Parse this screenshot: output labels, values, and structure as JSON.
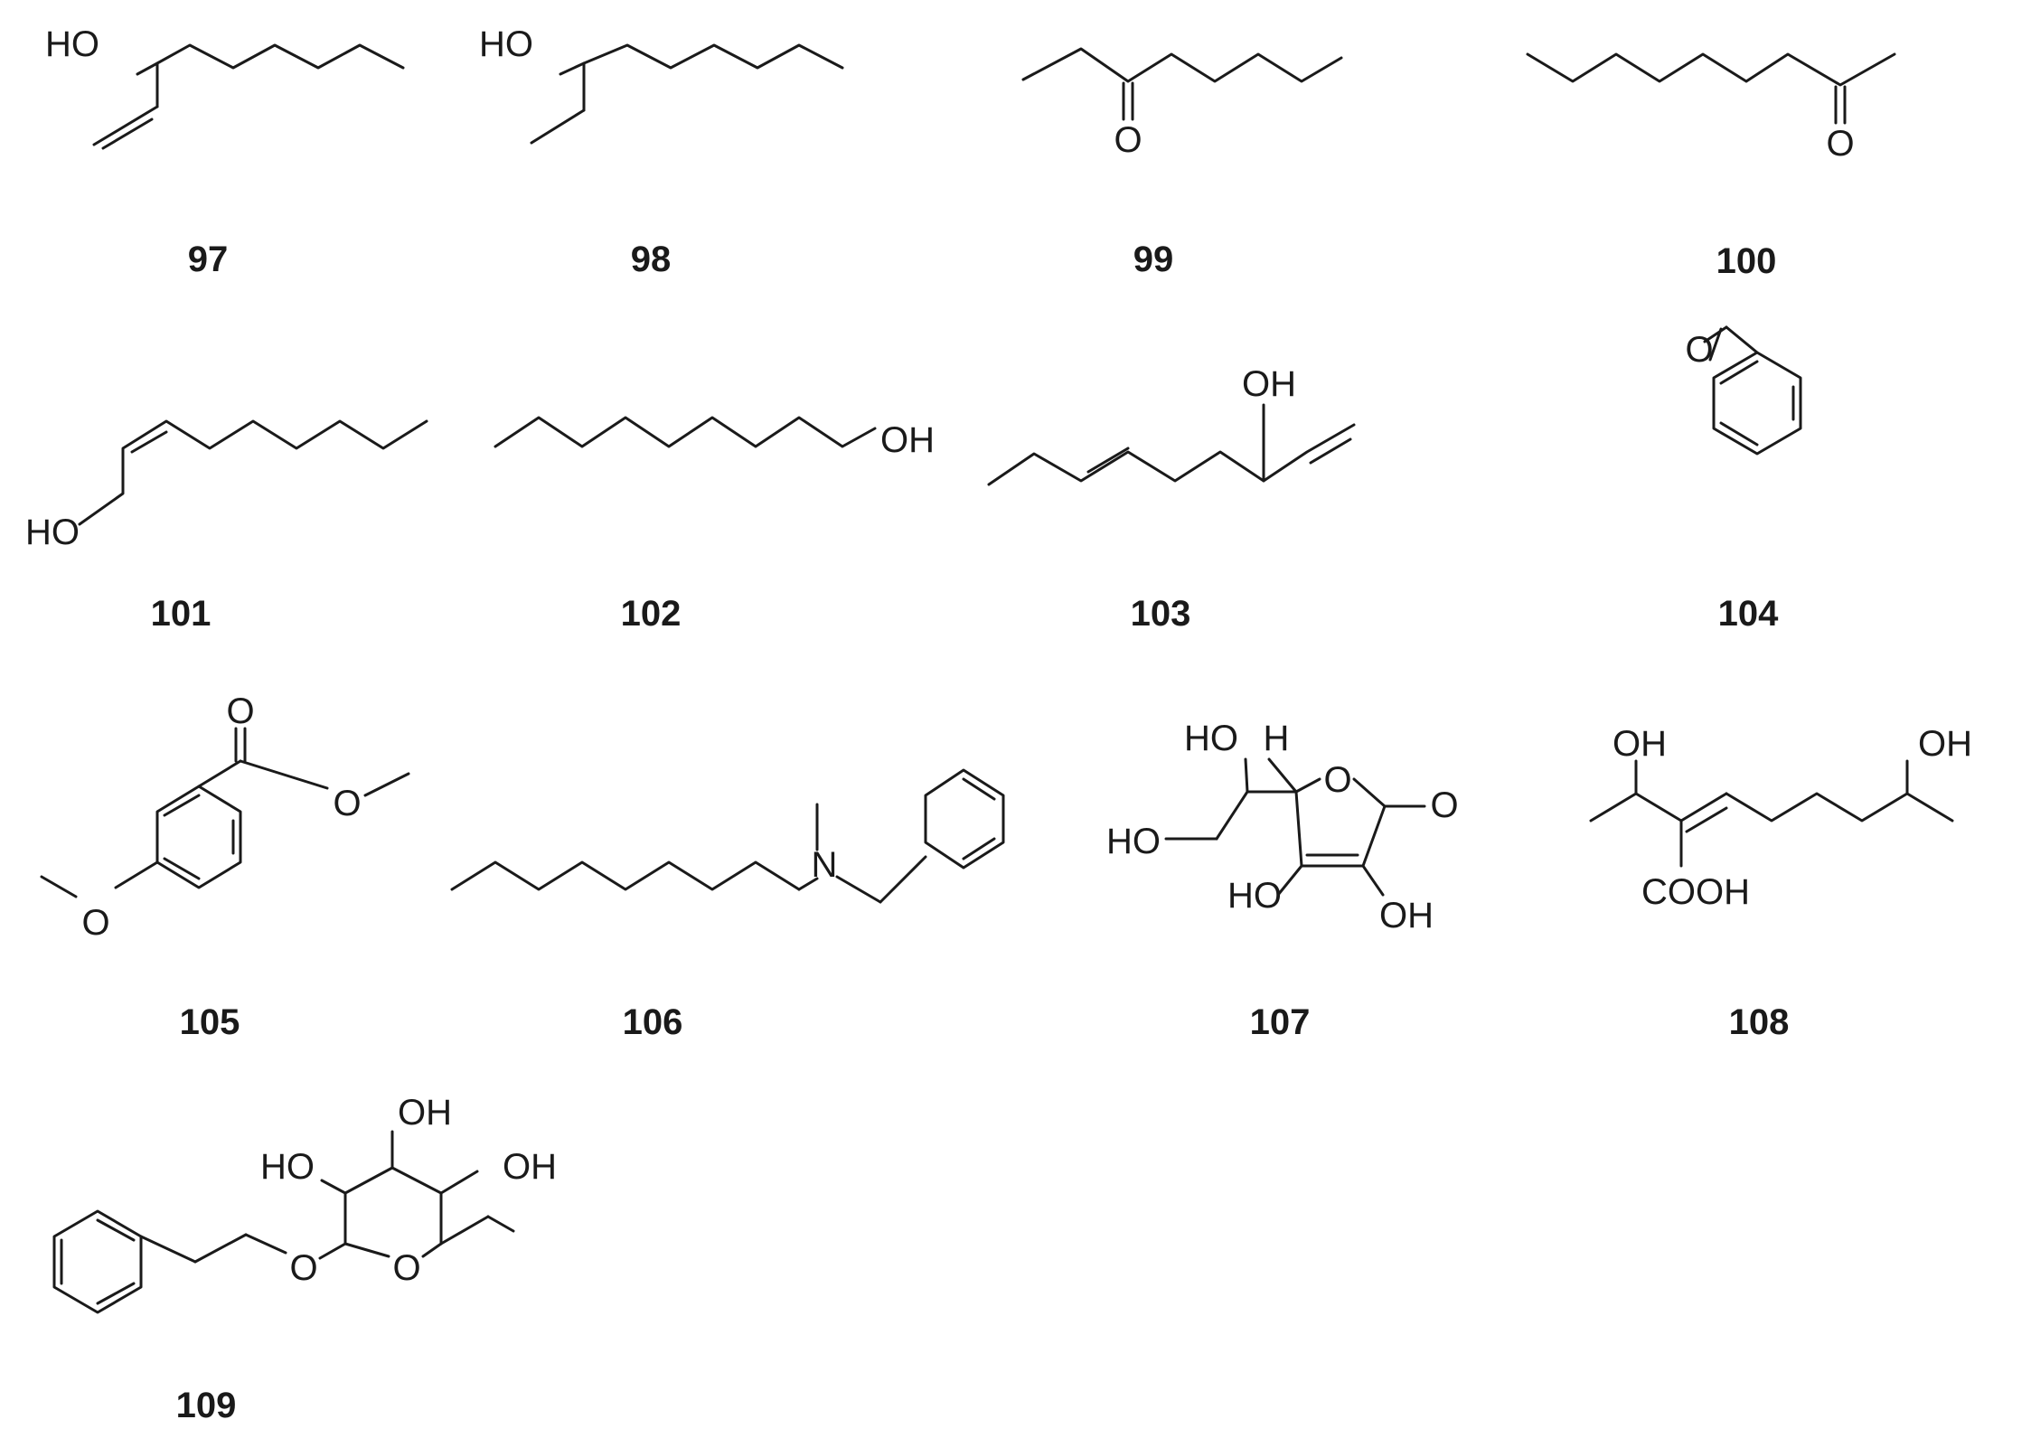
{
  "compounds": [
    {
      "id": "97",
      "atoms": [
        "HO"
      ]
    },
    {
      "id": "98",
      "atoms": [
        "HO"
      ]
    },
    {
      "id": "99",
      "atoms": [
        "O"
      ]
    },
    {
      "id": "100",
      "atoms": [
        "O"
      ]
    },
    {
      "id": "101",
      "atoms": [
        "HO"
      ]
    },
    {
      "id": "102",
      "atoms": [
        "OH"
      ]
    },
    {
      "id": "103",
      "atoms": [
        "OH"
      ]
    },
    {
      "id": "104",
      "atoms": [
        "O"
      ]
    },
    {
      "id": "105",
      "atoms": [
        "O",
        "O",
        "O"
      ]
    },
    {
      "id": "106",
      "atoms": [
        "N"
      ]
    },
    {
      "id": "107",
      "atoms": [
        "HO",
        "H",
        "O",
        "O",
        "HO",
        "HO",
        "OH"
      ]
    },
    {
      "id": "108",
      "atoms": [
        "OH",
        "OH",
        "COOH"
      ]
    },
    {
      "id": "109",
      "atoms": [
        "OH",
        "HO",
        "OH",
        "O",
        "O"
      ]
    }
  ]
}
